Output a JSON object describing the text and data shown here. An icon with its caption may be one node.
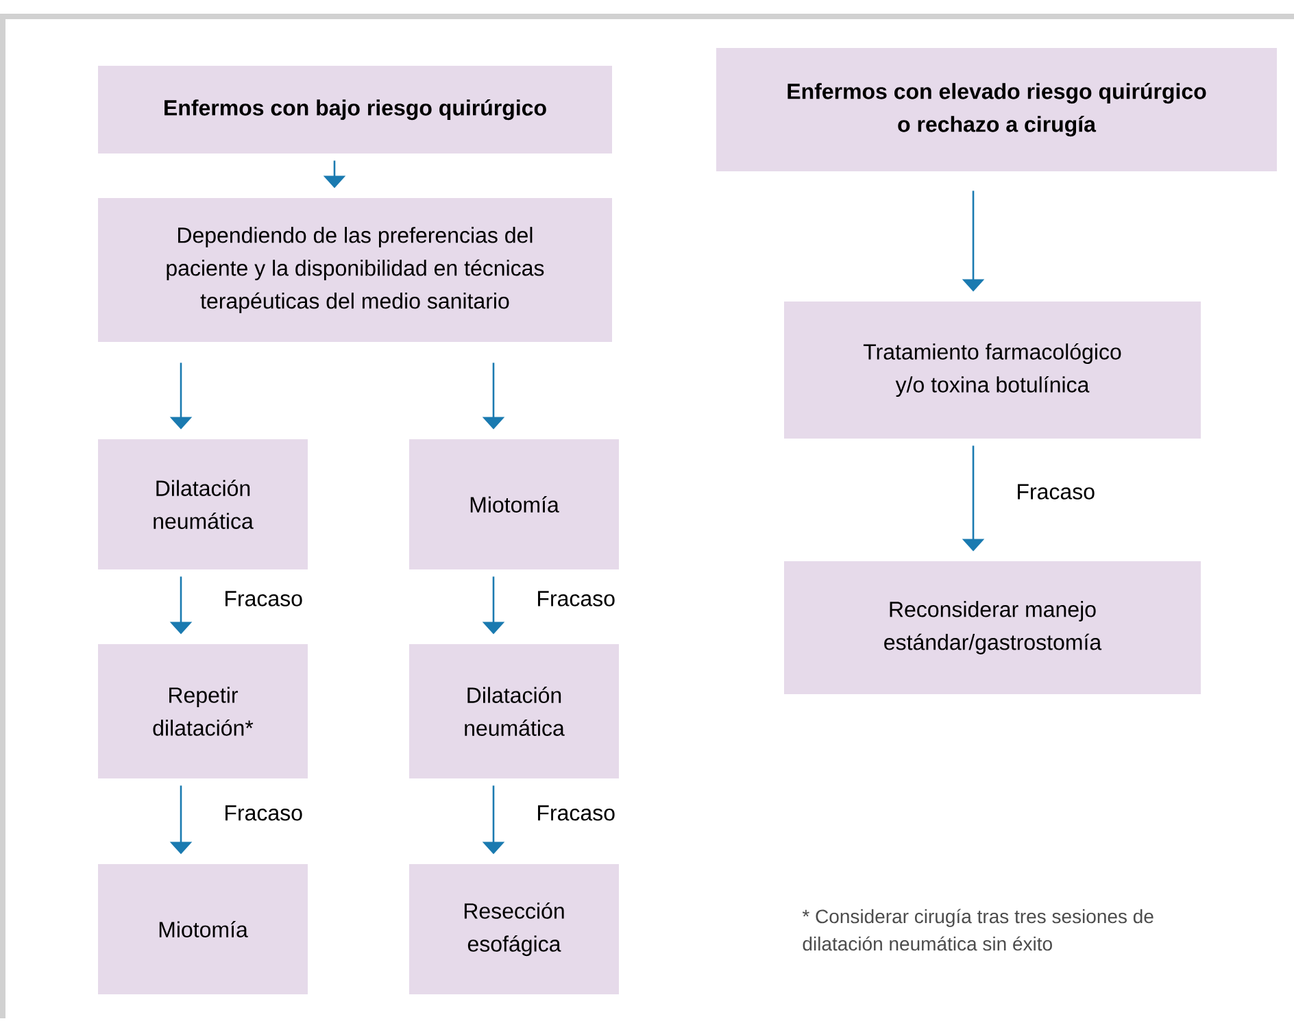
{
  "diagram": {
    "nodes": [
      {
        "text": [
          "Enfermos con bajo riesgo quirúrgico"
        ]
      },
      {
        "text": [
          "Dependiendo de las preferencias del paciente y la disponibilidad en técnicas terapéuticas del medio sanitario"
        ]
      },
      {
        "text": [
          "Dilatación neumática"
        ]
      },
      {
        "text": [
          "Miotomía"
        ]
      },
      {
        "text": [
          "Repetir dilatación*"
        ]
      },
      {
        "text": [
          "Dilatación neumática"
        ]
      },
      {
        "text": [
          "Miotomía"
        ]
      },
      {
        "text": [
          "Resección esofágica"
        ]
      },
      {
        "text": [
          "Enfermos con elevado riesgo quirúrgico o rechazo a cirugía"
        ]
      },
      {
        "text": [
          "Tratamiento farmacológico y/o toxina botulínica"
        ]
      },
      {
        "text": [
          "Reconsiderar manejo estándar/gastrostomía"
        ]
      }
    ],
    "edges": [
      {
        "from": 0,
        "to": 1,
        "arrow": "to"
      },
      {
        "from": 1,
        "to": 2,
        "arrow": "to"
      },
      {
        "from": 1,
        "to": 3,
        "arrow": "to"
      },
      {
        "from": 2,
        "to": 4,
        "arrow": "to",
        "label": "Fracaso"
      },
      {
        "from": 3,
        "to": 5,
        "arrow": "to",
        "label": "Fracaso"
      },
      {
        "from": 4,
        "to": 6,
        "arrow": "to",
        "label": "Fracaso"
      },
      {
        "from": 5,
        "to": 7,
        "arrow": "to",
        "label": "Fracaso"
      },
      {
        "from": 8,
        "to": 9,
        "arrow": "to"
      },
      {
        "from": 9,
        "to": 10,
        "arrow": "to",
        "label": "Fracaso"
      }
    ],
    "labels": [
      "* Considerar cirugía tras tres sesiones de dilatación neumática sin éxito"
    ]
  }
}
